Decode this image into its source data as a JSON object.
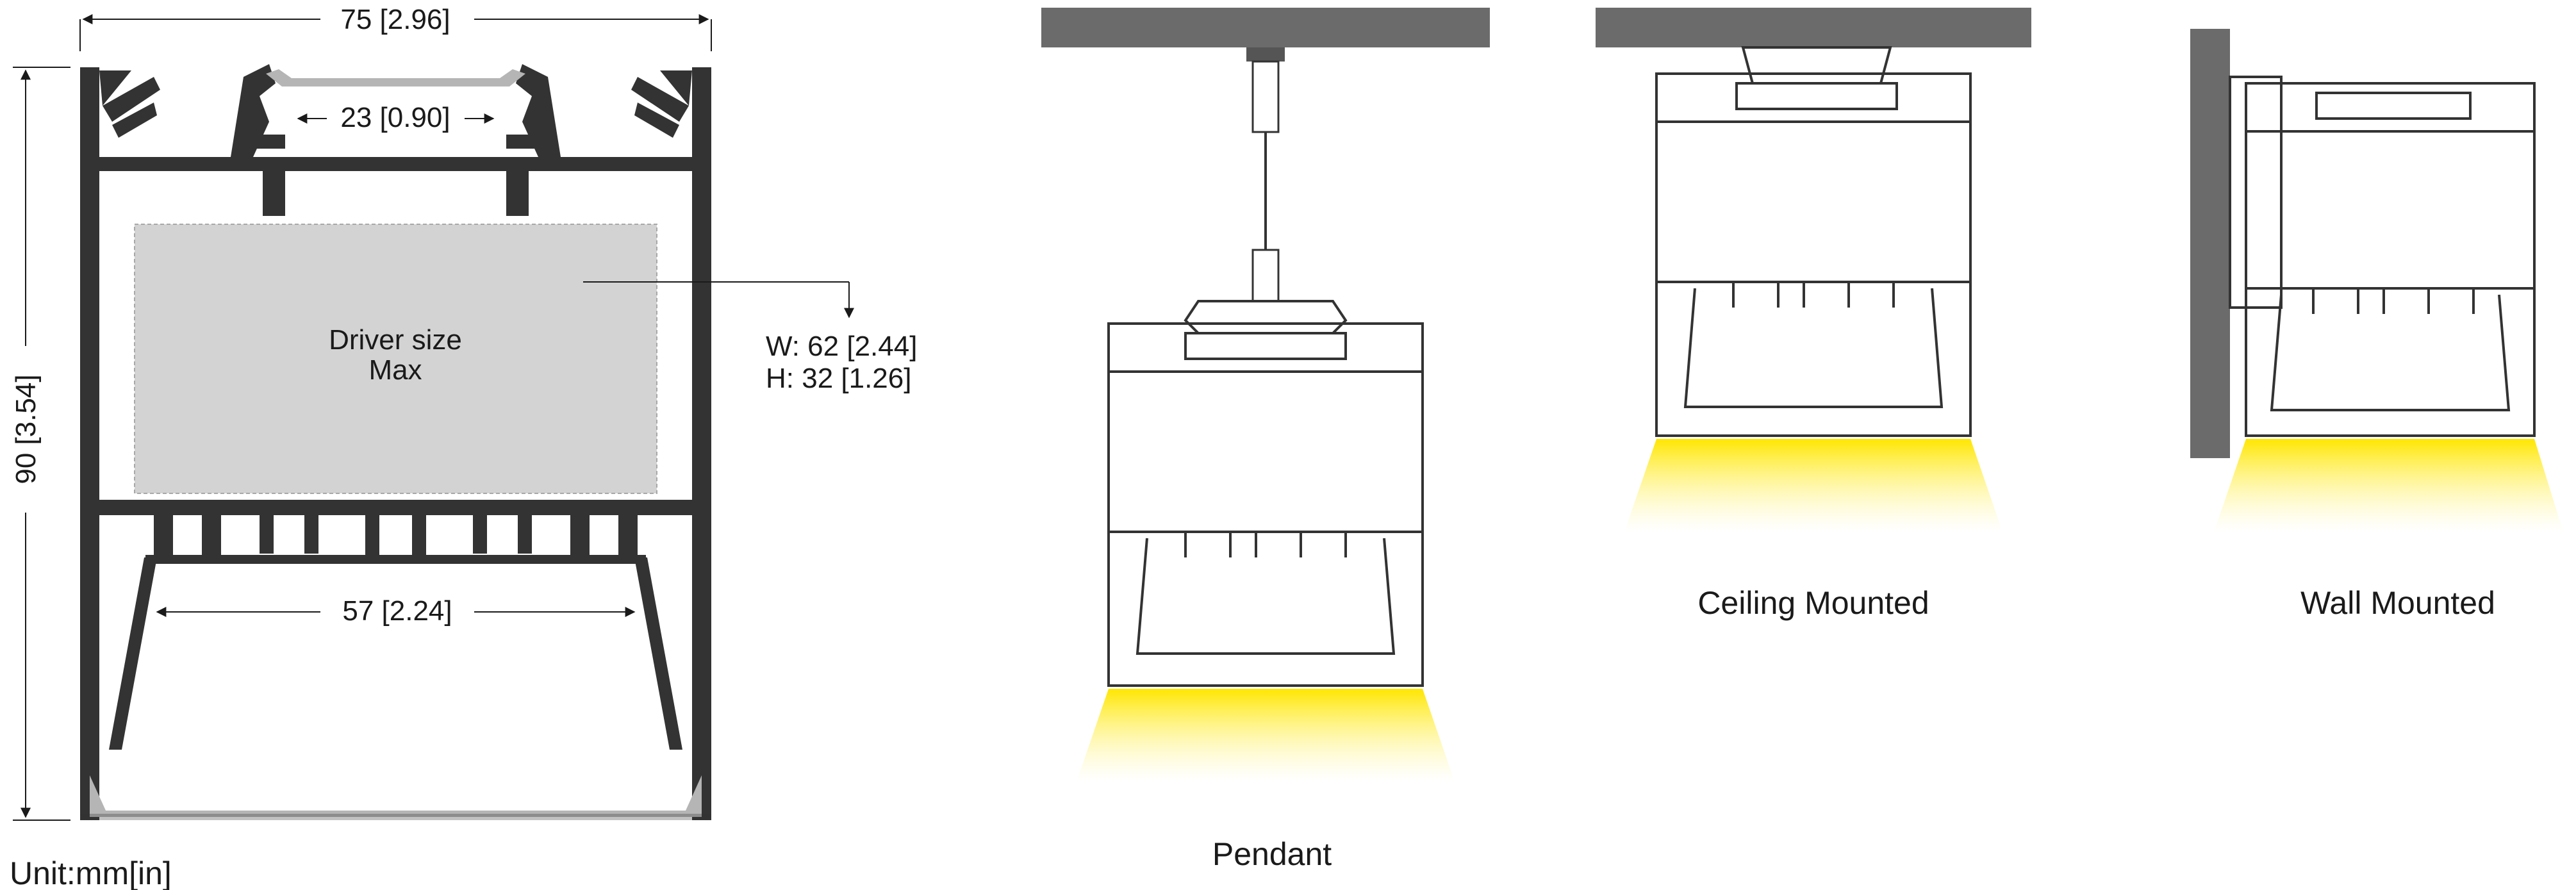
{
  "dimensions": {
    "width": "75 [2.96]",
    "height": "90 [3.54]",
    "inner_top": "23 [0.90]",
    "inner_bottom": "57 [2.24]"
  },
  "driver": {
    "label_line1": "Driver size",
    "label_line2": "Max",
    "width_spec": "W: 62 [2.44]",
    "height_spec": "H: 32 [1.26]"
  },
  "unit_label": "Unit:mm[in]",
  "mounting": {
    "pendant": "Pendant",
    "ceiling": "Ceiling Mounted",
    "wall": "Wall Mounted"
  },
  "colors": {
    "profile": "#333333",
    "mount_surface": "#6b6b6b",
    "driver_box": "#d3d3d3",
    "diffuser": "#b5b5b5",
    "light": "#ffe600"
  }
}
